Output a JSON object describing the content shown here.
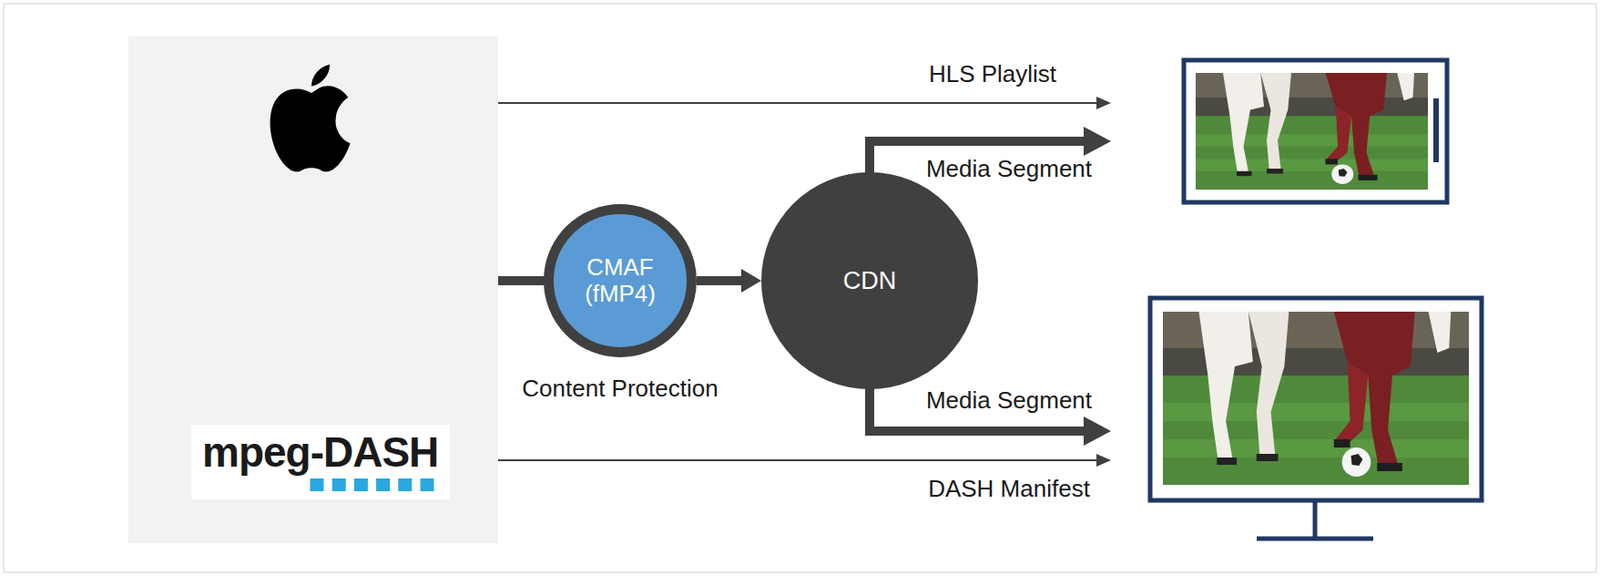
{
  "diagram": {
    "nodes": [
      {
        "text": [
          "CMAF (fMP4)"
        ]
      },
      {
        "text": [
          "CDN"
        ]
      },
      {
        "text": [
          "mpeg-DASH"
        ]
      }
    ],
    "edges": [
      {
        "from": 0,
        "to": 1,
        "arrow": "to"
      }
    ],
    "labels": [
      "HLS Playlist",
      "Media Segment",
      "Content Protection",
      "Media Segment",
      "DASH Manifest"
    ]
  }
}
